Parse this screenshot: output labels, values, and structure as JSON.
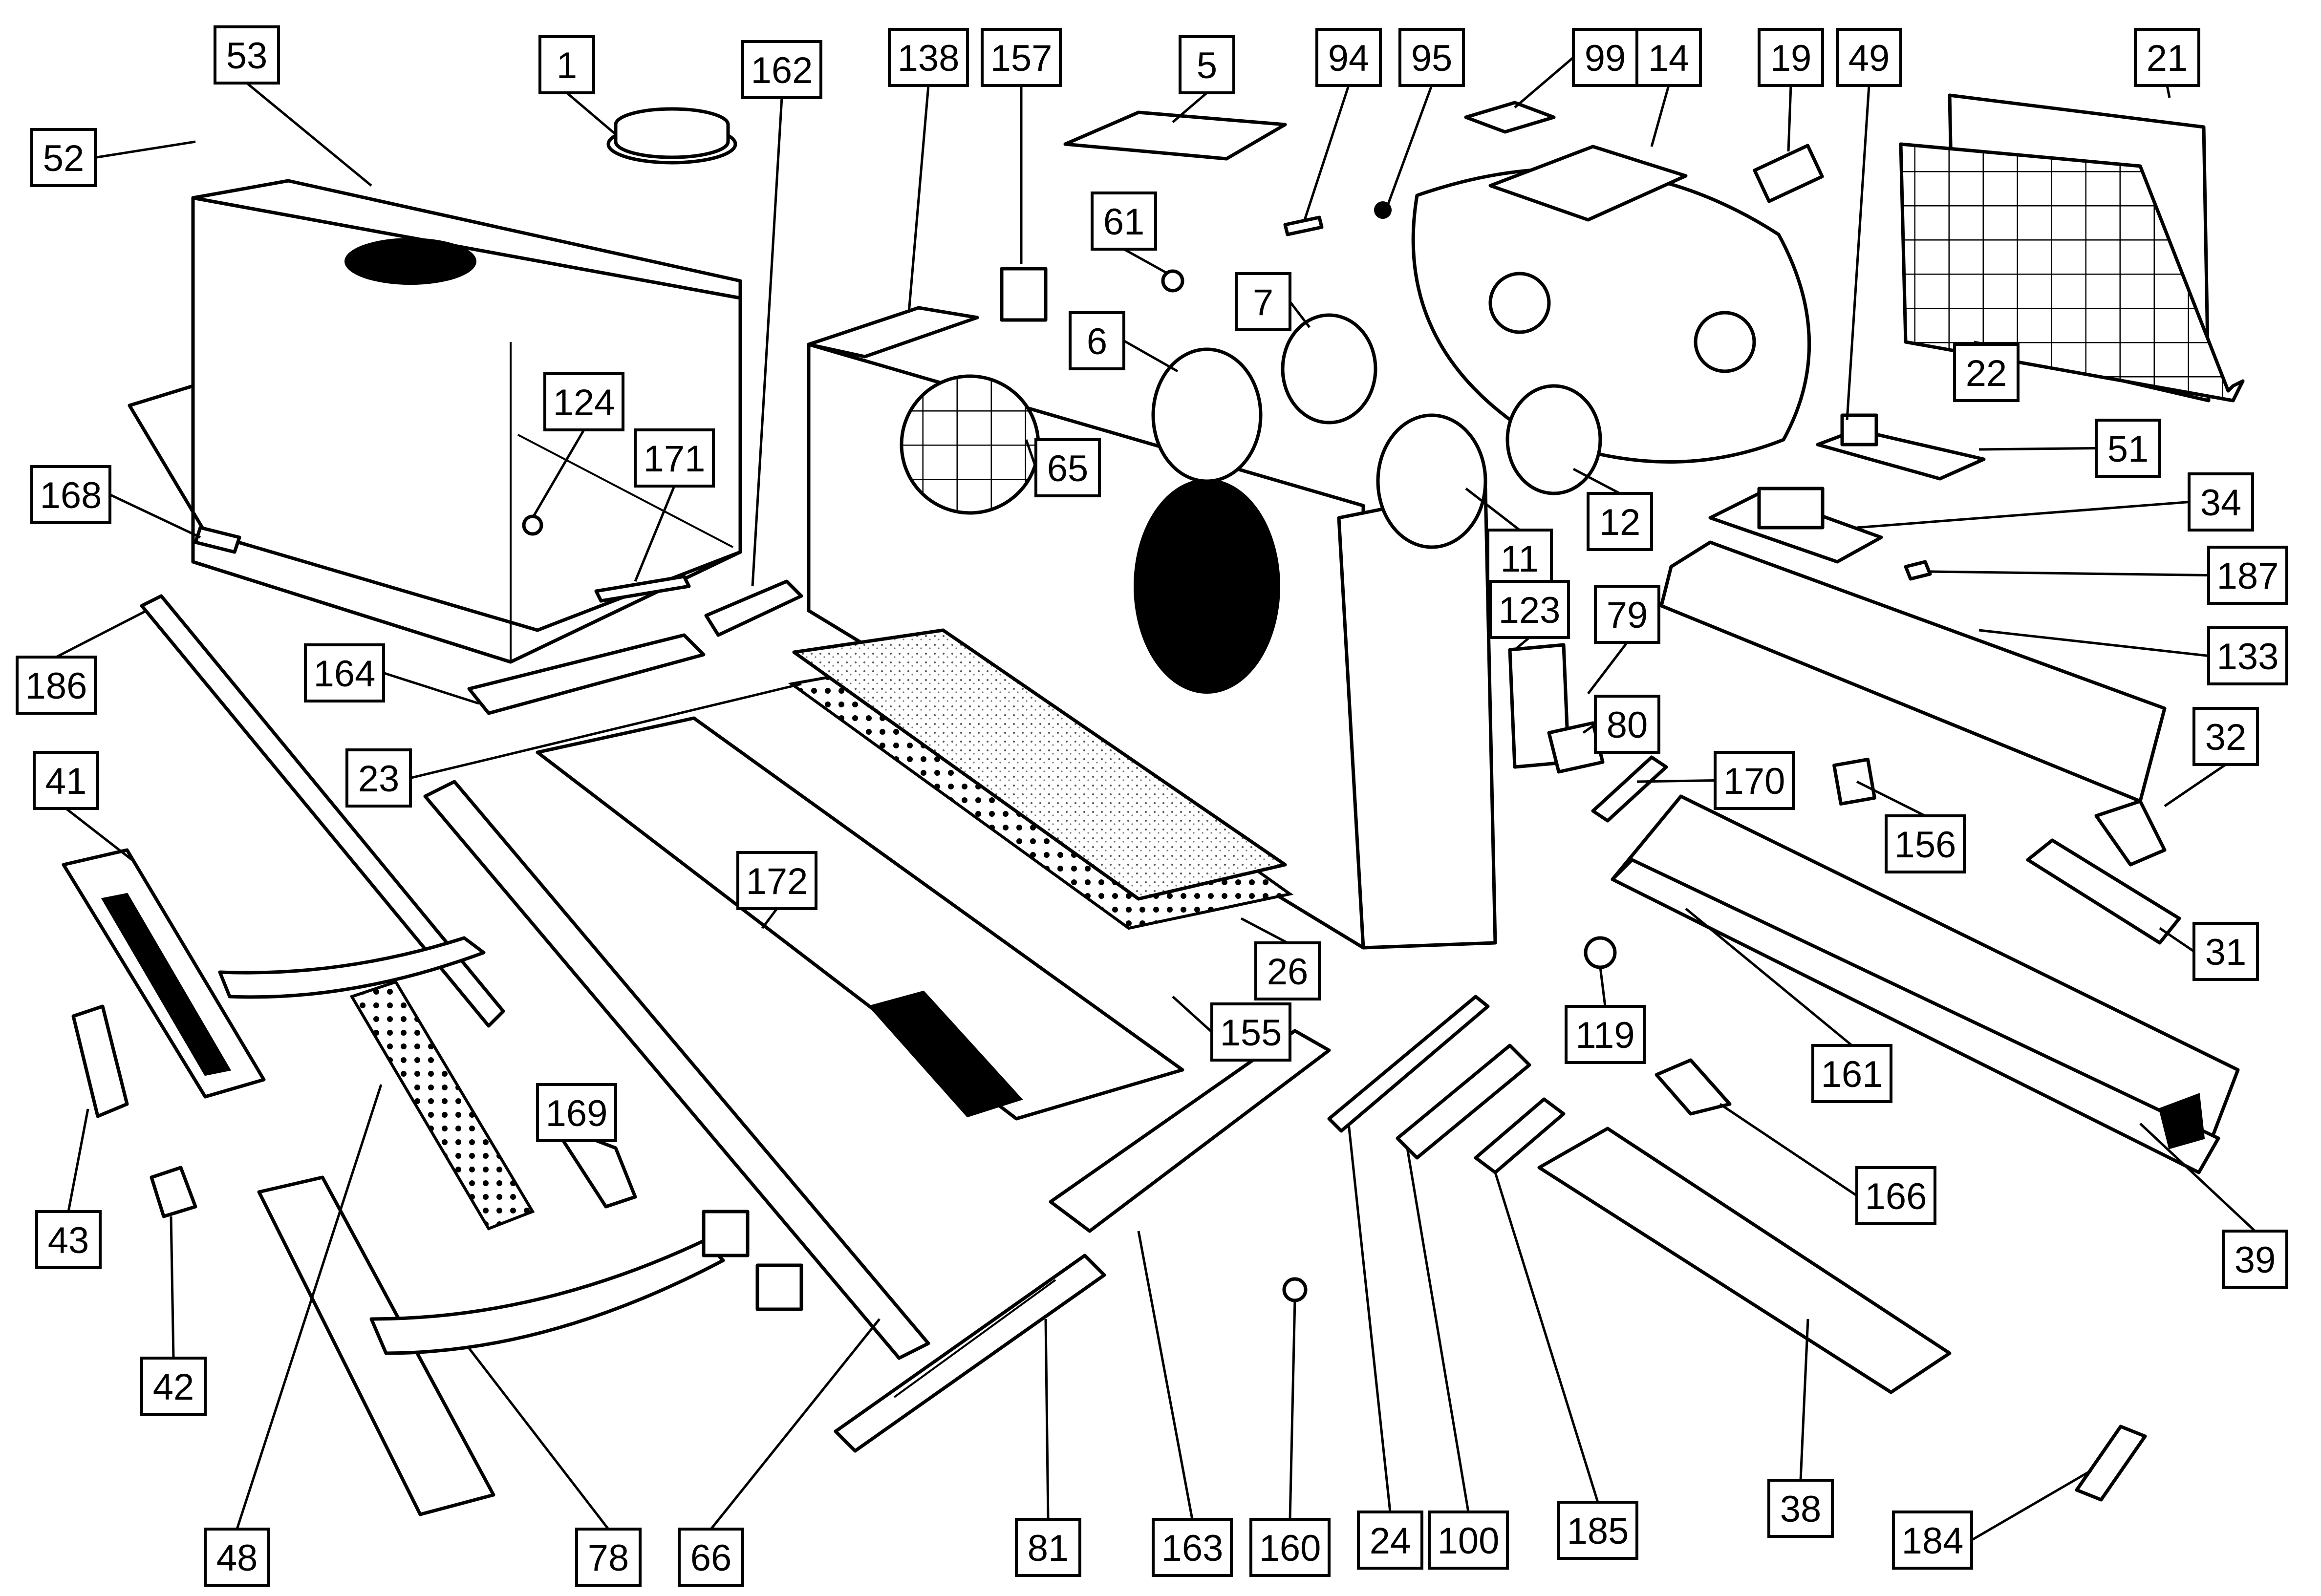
{
  "diagram": {
    "labels": [
      {
        "id": "1",
        "text": "1"
      },
      {
        "id": "5",
        "text": "5"
      },
      {
        "id": "6",
        "text": "6"
      },
      {
        "id": "7",
        "text": "7"
      },
      {
        "id": "11",
        "text": "11"
      },
      {
        "id": "12",
        "text": "12"
      },
      {
        "id": "14",
        "text": "14"
      },
      {
        "id": "19",
        "text": "19"
      },
      {
        "id": "21",
        "text": "21"
      },
      {
        "id": "22",
        "text": "22"
      },
      {
        "id": "23",
        "text": "23"
      },
      {
        "id": "24",
        "text": "24"
      },
      {
        "id": "26",
        "text": "26"
      },
      {
        "id": "31",
        "text": "31"
      },
      {
        "id": "32",
        "text": "32"
      },
      {
        "id": "34",
        "text": "34"
      },
      {
        "id": "38",
        "text": "38"
      },
      {
        "id": "39",
        "text": "39"
      },
      {
        "id": "41",
        "text": "41"
      },
      {
        "id": "42",
        "text": "42"
      },
      {
        "id": "43",
        "text": "43"
      },
      {
        "id": "48",
        "text": "48"
      },
      {
        "id": "49",
        "text": "49"
      },
      {
        "id": "51",
        "text": "51"
      },
      {
        "id": "52",
        "text": "52"
      },
      {
        "id": "53",
        "text": "53"
      },
      {
        "id": "61",
        "text": "61"
      },
      {
        "id": "65",
        "text": "65"
      },
      {
        "id": "66",
        "text": "66"
      },
      {
        "id": "78",
        "text": "78"
      },
      {
        "id": "79",
        "text": "79"
      },
      {
        "id": "80",
        "text": "80"
      },
      {
        "id": "81",
        "text": "81"
      },
      {
        "id": "94",
        "text": "94"
      },
      {
        "id": "95",
        "text": "95"
      },
      {
        "id": "99",
        "text": "99"
      },
      {
        "id": "100",
        "text": "100"
      },
      {
        "id": "119",
        "text": "119"
      },
      {
        "id": "123",
        "text": "123"
      },
      {
        "id": "124",
        "text": "124"
      },
      {
        "id": "133",
        "text": "133"
      },
      {
        "id": "138",
        "text": "138"
      },
      {
        "id": "155",
        "text": "155"
      },
      {
        "id": "156",
        "text": "156"
      },
      {
        "id": "157",
        "text": "157"
      },
      {
        "id": "160",
        "text": "160"
      },
      {
        "id": "161",
        "text": "161"
      },
      {
        "id": "162",
        "text": "162"
      },
      {
        "id": "163",
        "text": "163"
      },
      {
        "id": "164",
        "text": "164"
      },
      {
        "id": "166",
        "text": "166"
      },
      {
        "id": "168",
        "text": "168"
      },
      {
        "id": "169",
        "text": "169"
      },
      {
        "id": "170",
        "text": "170"
      },
      {
        "id": "171",
        "text": "171"
      },
      {
        "id": "172",
        "text": "172"
      },
      {
        "id": "184",
        "text": "184"
      },
      {
        "id": "185",
        "text": "185"
      },
      {
        "id": "186",
        "text": "186"
      },
      {
        "id": "187",
        "text": "187"
      }
    ]
  }
}
